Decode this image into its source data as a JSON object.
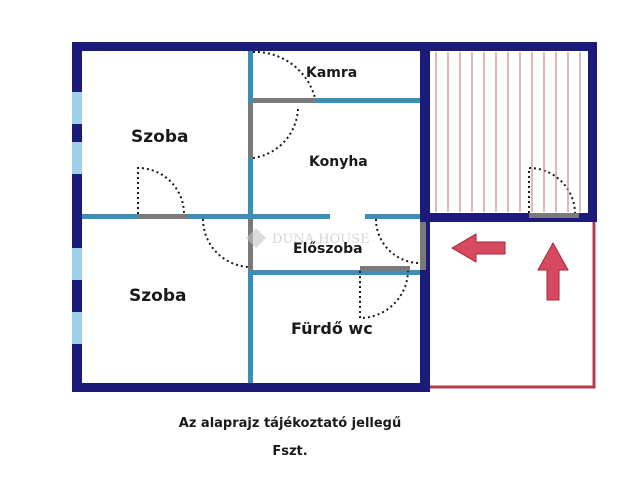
{
  "rooms": {
    "szoba_top": "Szoba",
    "szoba_bottom": "Szoba",
    "kamra": "Kamra",
    "konyha": "Konyha",
    "eloszoba": "Előszoba",
    "furdo": "Fürdő wc"
  },
  "watermark": "DUNA HOUSE",
  "note": "Az alaprajz tájékoztató jellegű",
  "floor": "Fszt.",
  "colors": {
    "outer_wall": "#1b1b7a",
    "inner_wall": "#3a8fb7",
    "window": "#9fd0e8",
    "stairs": "#c98a8a",
    "terrace": "#b5394b",
    "arrow": "#d6495e"
  }
}
